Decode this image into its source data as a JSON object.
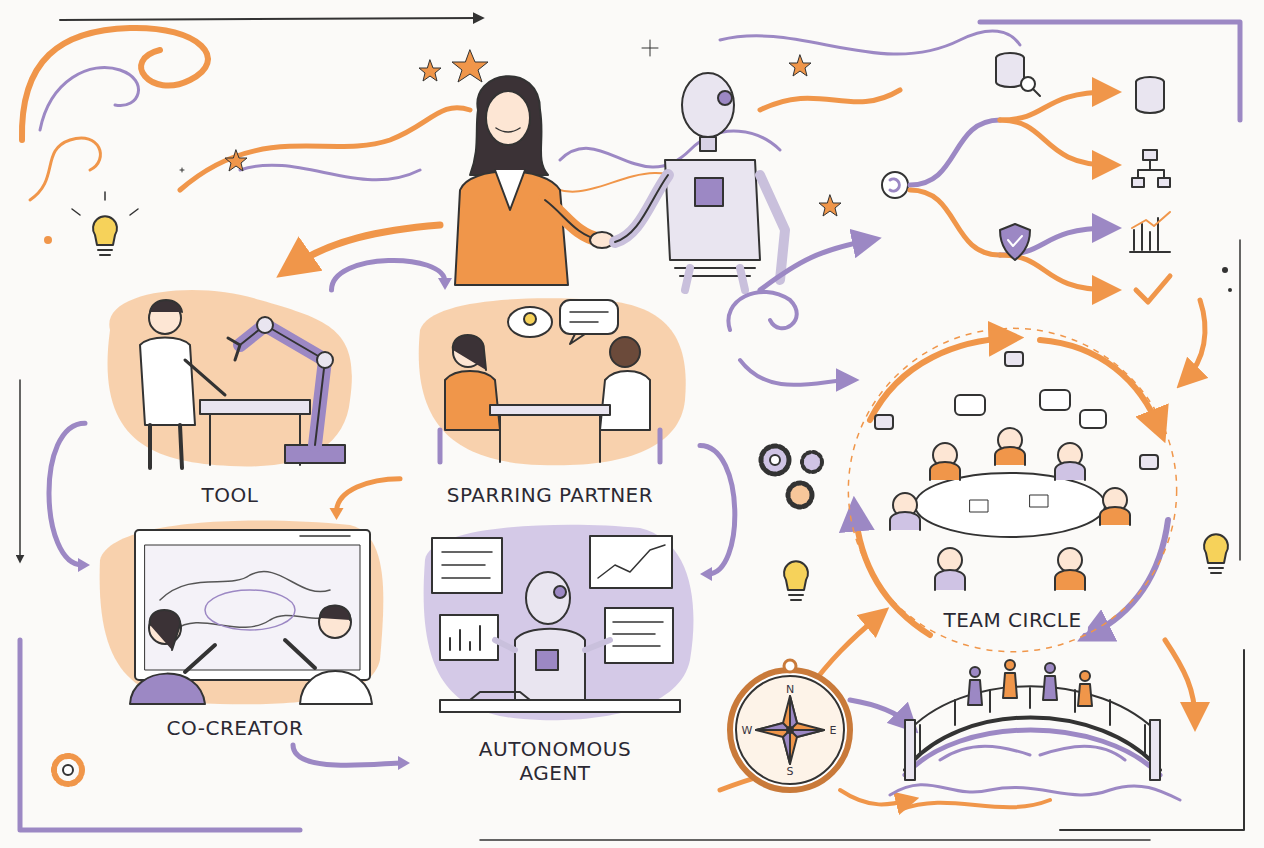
{
  "diagram": {
    "nodes": [
      {
        "text": [
          "TOOL"
        ]
      },
      {
        "text": [
          "SPARRING PARTNER"
        ]
      },
      {
        "text": [
          "CO-CREATOR"
        ]
      },
      {
        "text": [
          "AUTONOMOUS AGENT"
        ]
      },
      {
        "text": [
          "TEAM CIRCLE"
        ]
      }
    ],
    "edges": [
      {
        "from": 0,
        "to": 1,
        "arrow": "to"
      },
      {
        "from": 0,
        "to": 2,
        "arrow": "to"
      },
      {
        "from": 1,
        "to": 2,
        "arrow": "to"
      },
      {
        "from": 1,
        "to": 3,
        "arrow": "to"
      },
      {
        "from": 2,
        "to": 3,
        "arrow": "to"
      }
    ],
    "labels": [
      "N",
      "E",
      "S",
      "W"
    ]
  }
}
